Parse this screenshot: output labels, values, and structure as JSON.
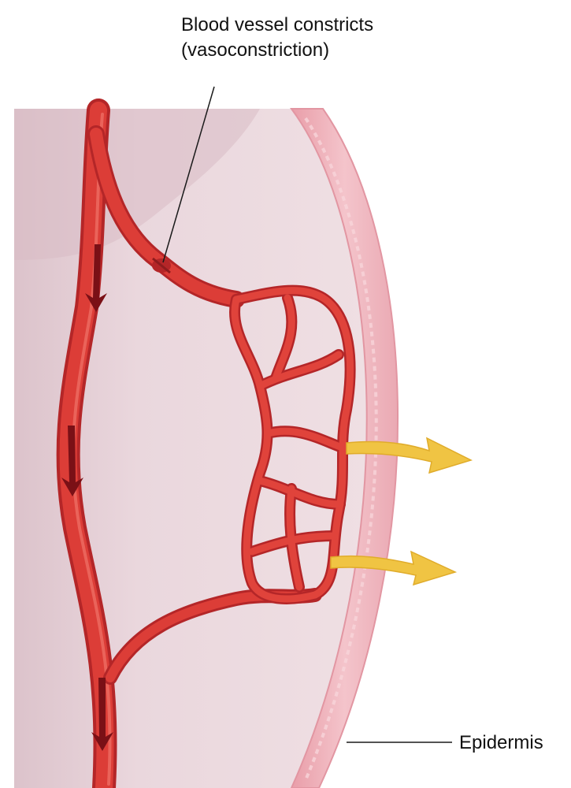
{
  "labels": {
    "vasoconstriction_line1": "Blood vessel constricts",
    "vasoconstriction_line2": "(vasoconstriction)",
    "epidermis": "Epidermis"
  },
  "colors": {
    "dermis_background": "#e9d6dc",
    "epidermis_layer": "#eeb3bd",
    "blood_vessel": "#d93a36",
    "vessel_shadow": "#a81f20",
    "blood_flow_arrow": "#7a1016",
    "heat_arrow": "#f0c443",
    "leader_line": "#1a1a1a"
  },
  "icons": {
    "flow_arrows": "blood-flow-arrow-icon",
    "heat_arrows": "heat-loss-arrow-icon"
  }
}
